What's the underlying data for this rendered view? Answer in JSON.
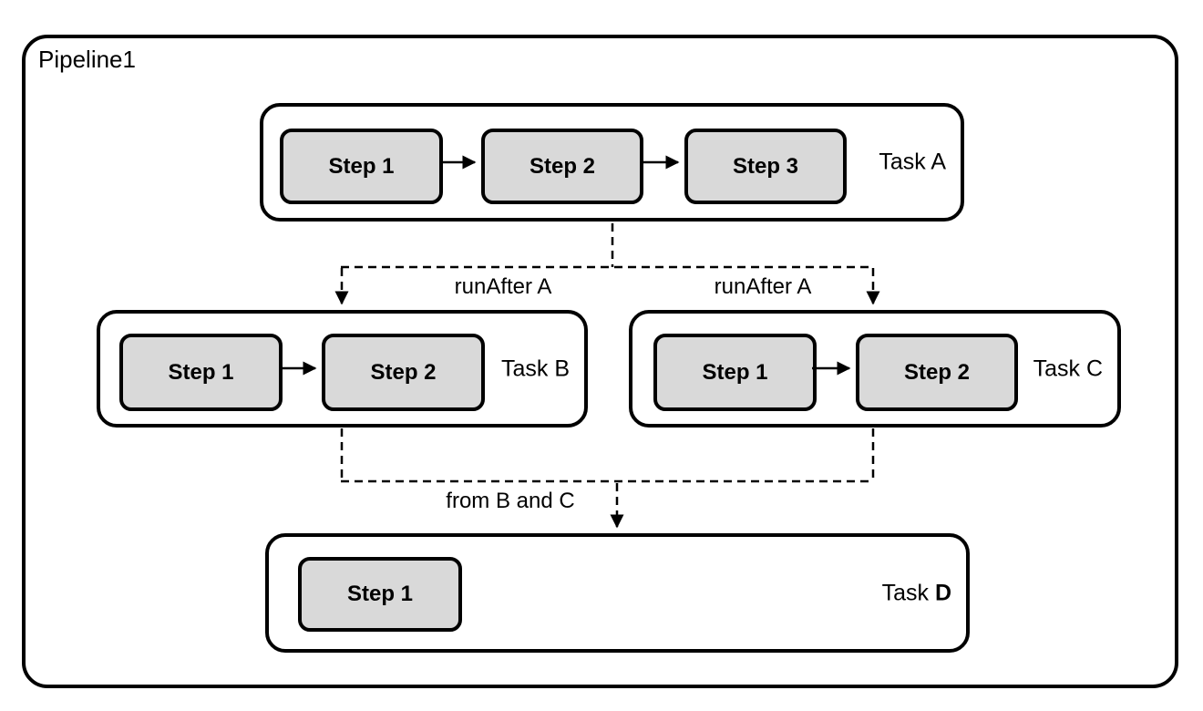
{
  "diagram": {
    "type": "flowchart",
    "title": "Pipeline1",
    "colors": {
      "background": "#ffffff",
      "node_fill": "#d9d9d9",
      "stroke": "#000000"
    },
    "tasks": [
      {
        "label": "Task A",
        "label_bold": "",
        "steps": [
          "Step 1",
          "Step 2",
          "Step 3"
        ]
      },
      {
        "label": "Task B",
        "label_bold": "",
        "steps": [
          "Step 1",
          "Step 2"
        ]
      },
      {
        "label": "Task C",
        "label_bold": "",
        "steps": [
          "Step 1",
          "Step 2"
        ]
      },
      {
        "label": "Task ",
        "label_bold": "D",
        "steps": [
          "Step 1"
        ]
      }
    ],
    "edges": [
      {
        "from": "Task A",
        "to": "Task B",
        "label": "runAfter A",
        "style": "dashed"
      },
      {
        "from": "Task A",
        "to": "Task C",
        "label": "runAfter A",
        "style": "dashed"
      },
      {
        "from": "Task B and Task C",
        "to": "Task D",
        "label": "from B and C",
        "style": "dashed"
      }
    ]
  }
}
